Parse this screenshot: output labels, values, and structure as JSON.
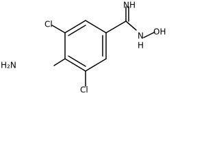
{
  "molecule": {
    "labels": {
      "imine": "NH",
      "hydroxylamine_n": "N",
      "hydroxylamine_h": "H",
      "hydroxyl": "OH",
      "amine": "H₂N",
      "chloro_top": "Cl",
      "chloro_bottom": "Cl"
    }
  }
}
